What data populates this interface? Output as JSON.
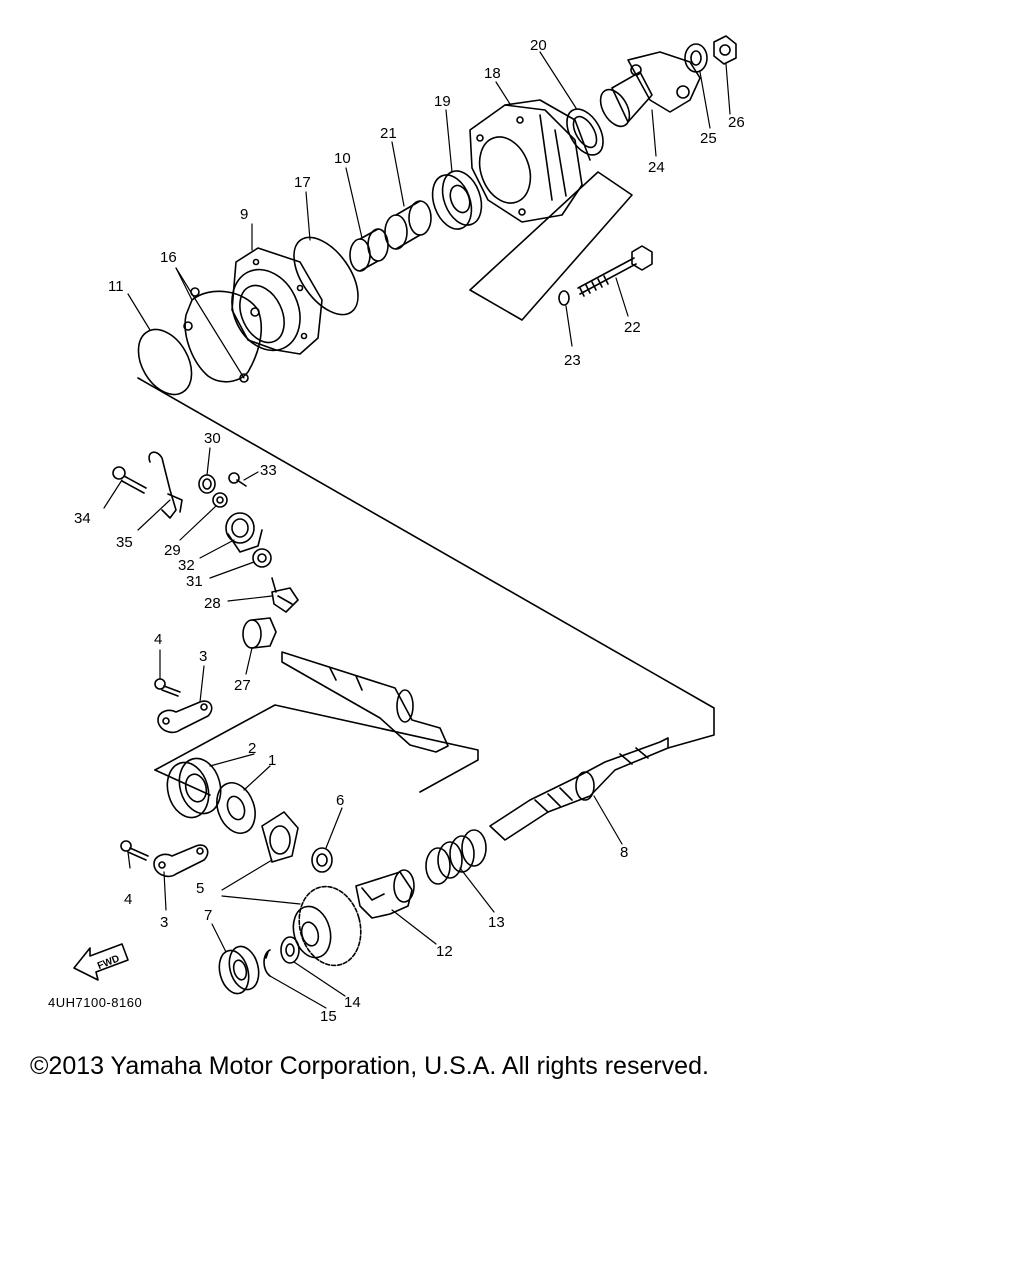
{
  "diagram": {
    "diagram_code": "4UH7100-8160",
    "fwd_label": "FWD",
    "callouts": [
      {
        "id": "c1",
        "label": "1"
      },
      {
        "id": "c2",
        "label": "2"
      },
      {
        "id": "c3a",
        "label": "3"
      },
      {
        "id": "c3b",
        "label": "3"
      },
      {
        "id": "c4a",
        "label": "4"
      },
      {
        "id": "c4b",
        "label": "4"
      },
      {
        "id": "c5",
        "label": "5"
      },
      {
        "id": "c6",
        "label": "6"
      },
      {
        "id": "c7",
        "label": "7"
      },
      {
        "id": "c8",
        "label": "8"
      },
      {
        "id": "c9",
        "label": "9"
      },
      {
        "id": "c10",
        "label": "10"
      },
      {
        "id": "c11",
        "label": "11"
      },
      {
        "id": "c12",
        "label": "12"
      },
      {
        "id": "c13",
        "label": "13"
      },
      {
        "id": "c14",
        "label": "14"
      },
      {
        "id": "c15",
        "label": "15"
      },
      {
        "id": "c16",
        "label": "16"
      },
      {
        "id": "c17",
        "label": "17"
      },
      {
        "id": "c18",
        "label": "18"
      },
      {
        "id": "c19",
        "label": "19"
      },
      {
        "id": "c20",
        "label": "20"
      },
      {
        "id": "c21",
        "label": "21"
      },
      {
        "id": "c22",
        "label": "22"
      },
      {
        "id": "c23",
        "label": "23"
      },
      {
        "id": "c24",
        "label": "24"
      },
      {
        "id": "c25",
        "label": "25"
      },
      {
        "id": "c26",
        "label": "26"
      },
      {
        "id": "c27",
        "label": "27"
      },
      {
        "id": "c28",
        "label": "28"
      },
      {
        "id": "c29",
        "label": "29"
      },
      {
        "id": "c30",
        "label": "30"
      },
      {
        "id": "c31",
        "label": "31"
      },
      {
        "id": "c32",
        "label": "32"
      },
      {
        "id": "c33",
        "label": "33"
      },
      {
        "id": "c34",
        "label": "34"
      },
      {
        "id": "c35",
        "label": "35"
      }
    ]
  },
  "footer": {
    "copyright": "©2013 Yamaha Motor Corporation, U.S.A. All rights reserved."
  }
}
